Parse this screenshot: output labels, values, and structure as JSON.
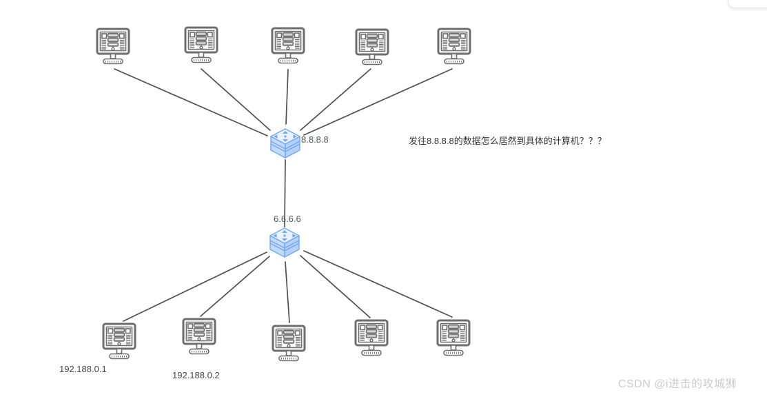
{
  "page": {
    "background": "#ffffff"
  },
  "diagram": {
    "type": "network-topology",
    "annotation": "发往8.8.8.8的数据怎么居然到具体的计算机？？？",
    "routers": {
      "top": {
        "label": "8.8.8.8",
        "icon": "switch-icon"
      },
      "bottom": {
        "label": "6.6.6.6",
        "icon": "switch-icon"
      }
    },
    "computers": {
      "top_count": 5,
      "bottom_count": 5,
      "icon": "computer-icon",
      "bottom_labels": [
        "192.188.0.1",
        "192.188.0.2"
      ]
    },
    "connections": {
      "top_to_switch": 5,
      "switch_to_switch": 1,
      "switch_to_bottom": 5
    },
    "colors": {
      "line": "#4f4f4f",
      "computer_icon": "#6d6d6d",
      "switch_stroke": "#74a6f0",
      "switch_top_fill": "#e9f2fe",
      "switch_left_fill": "#c3dafb",
      "switch_right_fill": "#b3d1fa",
      "router_label_text": "#4d565f",
      "ip_label_text": "#474747",
      "annotation_text": "#333333"
    }
  },
  "watermark": {
    "text": "CSDN @i进击的攻城狮",
    "color": "#cccccc"
  }
}
